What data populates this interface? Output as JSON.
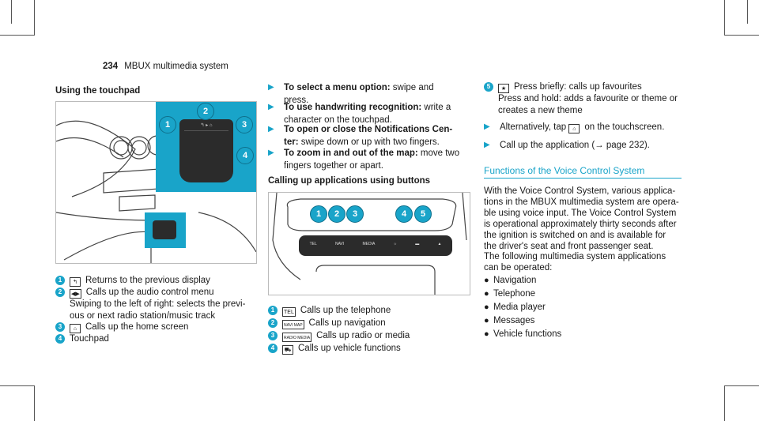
{
  "header": {
    "page": "234",
    "title": "MBUX multimedia system"
  },
  "left": {
    "heading": "Using the touchpad",
    "items": [
      {
        "n": "1",
        "icon": "back-arrow-icon",
        "text": "Returns to the previous display"
      },
      {
        "n": "2",
        "icon": "audio-icon",
        "text": "Calls up the audio control menu",
        "extra1": "Swiping to the left of right: selects the previ-",
        "extra2": "ous or next radio station/music track"
      },
      {
        "n": "3",
        "icon": "home-icon",
        "text": "Calls up the home screen"
      },
      {
        "n": "4",
        "text": "Touchpad"
      }
    ]
  },
  "middle": {
    "bullets": [
      {
        "bold": "To select a menu option:",
        "text": " swipe and press."
      },
      {
        "bold": "To use handwriting recognition:",
        "text": " write a",
        "line2": "character on the touchpad."
      },
      {
        "bold": "To open or close the Notifications Cen-",
        "line2bold": "ter:",
        "line2": " swipe down or up with two fingers."
      },
      {
        "bold": "To zoom in and out of the map:",
        "text": " move two",
        "line2": "fingers together or apart."
      }
    ],
    "heading": "Calling up applications using buttons",
    "items": [
      {
        "n": "1",
        "key": "TEL",
        "text": "Calls up the telephone"
      },
      {
        "n": "2",
        "key": "NAVI MAP",
        "text": "Calls up navigation"
      },
      {
        "n": "3",
        "key": "RADIO MEDIA",
        "text": "Calls up radio or media"
      },
      {
        "n": "4",
        "icon": "car-icon",
        "text": "Calls up vehicle functions"
      }
    ]
  },
  "right": {
    "item5": {
      "n": "5",
      "icon": "star-icon",
      "line1": "Press briefly: calls up favourites",
      "line2": "Press and hold: adds a favourite or theme or",
      "line3": "creates a new theme"
    },
    "bullet1": "Alternatively, tap",
    "bullet1b": "on the touchscreen.",
    "bullet2": "Call up the application (→ page 232).",
    "heading": "Functions of the Voice Control System",
    "para1": [
      "With the Voice Control System, various applica-",
      "tions in the MBUX multimedia system are opera-",
      "ble using voice input. The Voice Control System",
      "is operational approximately thirty seconds after",
      "the ignition is switched on and is available for",
      "the driver's seat and front passenger seat."
    ],
    "para2": [
      "The following multimedia system applications",
      "can be operated:"
    ],
    "list": [
      "Navigation",
      "Telephone",
      "Media player",
      "Messages",
      "Vehicle functions"
    ]
  },
  "colors": {
    "accent": "#19a4c9"
  }
}
